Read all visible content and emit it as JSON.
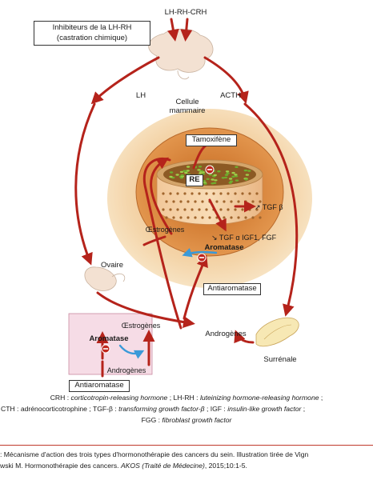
{
  "labels": {
    "inhibitors_box": "Inhibiteurs de la LH-RH\n(castration chimique)",
    "lhrh_crh": "LH-RH-CRH",
    "lh": "LH",
    "acth": "ACTH",
    "cell": "Cellule\nmammaire",
    "tamoxifen": "Tamoxifène",
    "re": "RE",
    "tgf_beta": "↗ TGF β",
    "estrogens_cell": "Œstrogènes",
    "growth_factors": "↘ TGF α IGF1, FGF",
    "aromatase_cell": "Aromatase",
    "antiaromatase_cell": "Antiaromatase",
    "ovary": "Ovaire",
    "estrogens_ovary": "Œstrogènes",
    "aromatase_ovary": "Aromatase",
    "androgens_ovary": "Androgènes",
    "androgens": "Androgènes",
    "adrenal": "Surrénale",
    "antiaromatase_ovary": "Antiaromatase"
  },
  "abbrev": {
    "l1_a": "CRH : ",
    "l1_b": "corticotropin-releasing hormone",
    "l1_c": " ; LH-RH : ",
    "l1_d": "luteinizing hormone-releasing hormone",
    "l1_e": " ;",
    "l2_a": "CTH : adrénocorticotrophine ; TGF-β : ",
    "l2_b": "transforming growth factor-β",
    "l2_c": " ; IGF : ",
    "l2_d": "insulin-like growth factor",
    "l2_e": " ;",
    "l3_a": "FGG : ",
    "l3_b": "fibroblast growth factor"
  },
  "caption": {
    "l1": ": Mécanisme d'action des trois types d'hormonothérapie des cancers du sein. Illustration tirée de Vign",
    "l2_a": "wski M. Hormonothérapie des cancers. ",
    "l2_b": "AKOS (Traité de Médecine)",
    "l2_c": ", 2015;10:1-5."
  },
  "colors": {
    "arrow_red": "#b5231b",
    "aromatase_blue": "#3a9ad9",
    "ovary_panel": "#f6dce6",
    "caption_rule": "#c0392b"
  }
}
